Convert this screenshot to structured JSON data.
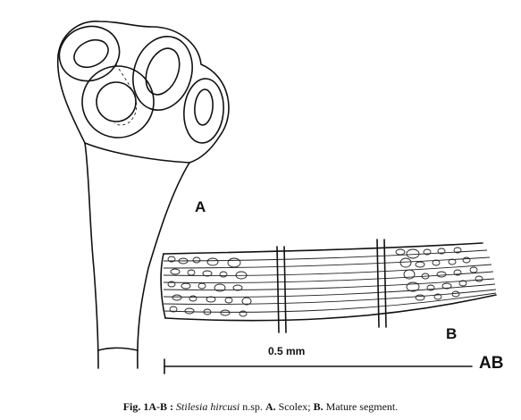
{
  "labels": {
    "a": "A",
    "b": "B",
    "ab": "AB",
    "scale": "0.5 mm"
  },
  "caption": {
    "fig": "Fig. 1A-B :",
    "species": "Stilesia hircusi",
    "nsp": " n.sp. ",
    "a": "A.",
    "a_text": " Scolex; ",
    "b": "B.",
    "b_text": " Mature segment."
  }
}
